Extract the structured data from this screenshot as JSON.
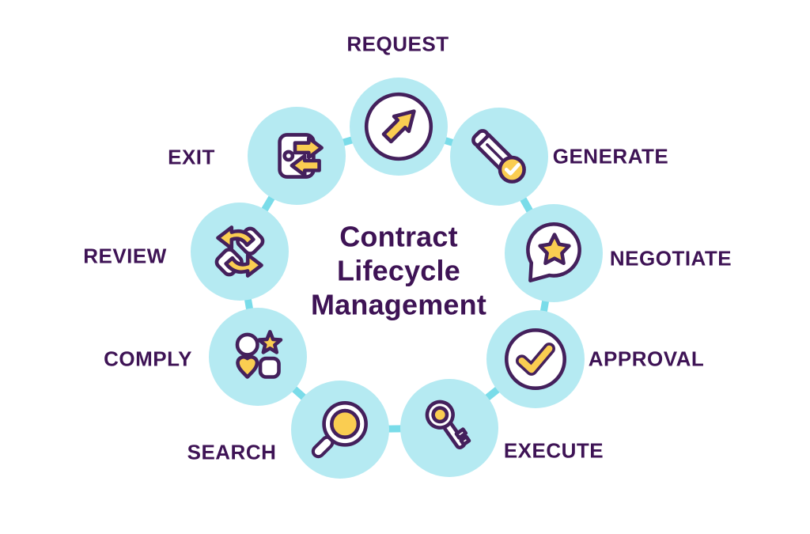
{
  "title": {
    "lines": [
      "Contract",
      "Lifecycle",
      "Management"
    ]
  },
  "stages": [
    {
      "label": "REQUEST",
      "icon": "arrow-up-right-icon"
    },
    {
      "label": "GENERATE",
      "icon": "pencil-check-icon"
    },
    {
      "label": "NEGOTIATE",
      "icon": "speech-bubble-star-icon"
    },
    {
      "label": "APPROVAL",
      "icon": "checkmark-circle-icon"
    },
    {
      "label": "EXECUTE",
      "icon": "key-icon"
    },
    {
      "label": "SEARCH",
      "icon": "magnifier-icon"
    },
    {
      "label": "COMPLY",
      "icon": "shapes-grid-icon"
    },
    {
      "label": "REVIEW",
      "icon": "sync-arrows-icon"
    },
    {
      "label": "EXIT",
      "icon": "door-arrows-icon"
    }
  ],
  "colors": {
    "circle_fill": "#B5EAF2",
    "connector": "#7ADCE9",
    "accent_yellow": "#FACD51",
    "outline_purple": "#44205C",
    "text_purple": "#3E1355"
  }
}
